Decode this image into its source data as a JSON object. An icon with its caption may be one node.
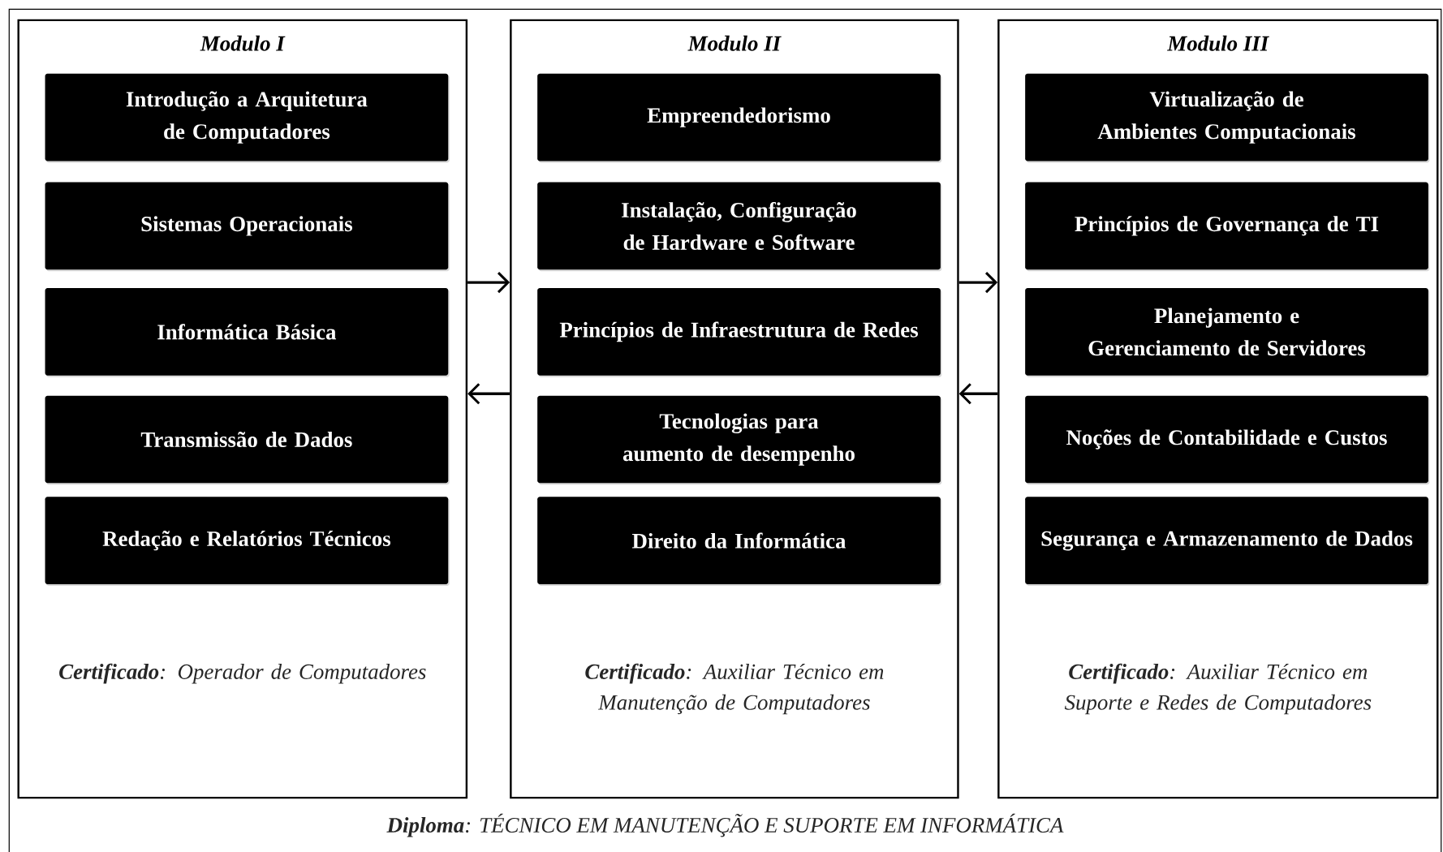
{
  "diagram": {
    "nodes": [
      {
        "text": [
          "**Diploma**: TÉCNICO EM MANUTENÇÃO E SUPORTE EM INFORMÁTICA"
        ]
      },
      {
        "text": [
          "Modulo I",
          "**Certificado**: Operador de Computadores"
        ],
        "in": 0
      },
      {
        "text": [
          "Introdução a Arquitetura de Computadores"
        ],
        "in": 1
      },
      {
        "text": [
          "Sistemas Operacionais"
        ],
        "in": 1
      },
      {
        "text": [
          "Informática Básica"
        ],
        "in": 1
      },
      {
        "text": [
          "Transmissão de Dados"
        ],
        "in": 1
      },
      {
        "text": [
          "Redação e Relatórios Técnicos"
        ],
        "in": 1
      },
      {
        "text": [
          "Modulo II",
          "**Certificado**: Auxiliar Técnico em Manutenção de Computadores"
        ],
        "in": 0
      },
      {
        "text": [
          "Empreendedorismo"
        ],
        "in": 7
      },
      {
        "text": [
          "Instalação, Configuração de Hardware e Software"
        ],
        "in": 7
      },
      {
        "text": [
          "Princípios de Infraestrutura de Redes"
        ],
        "in": 7
      },
      {
        "text": [
          "Tecnologias para aumento de desempenho"
        ],
        "in": 7
      },
      {
        "text": [
          "Direito da Informática"
        ],
        "in": 7
      },
      {
        "text": [
          "Modulo III",
          "**Certificado**: Auxiliar Técnico em Suporte e Redes de Computadores"
        ],
        "in": 0
      },
      {
        "text": [
          "Virtualização de Ambientes Computacionais"
        ],
        "in": 13
      },
      {
        "text": [
          "Princípios de Governança de TI"
        ],
        "in": 13
      },
      {
        "text": [
          "Planejamento e Gerenciamento de Servidores"
        ],
        "in": 13
      },
      {
        "text": [
          "Noções de Contabilidade e Custos"
        ],
        "in": 13
      },
      {
        "text": [
          "Segurança e Armazenamento de Dados"
        ],
        "in": 13
      }
    ],
    "edges": [
      {
        "from": 1,
        "to": 7,
        "arrow": "to"
      },
      {
        "from": 7,
        "to": 1,
        "arrow": "to"
      },
      {
        "from": 7,
        "to": 13,
        "arrow": "to"
      },
      {
        "from": 13,
        "to": 7,
        "arrow": "to"
      }
    ]
  }
}
